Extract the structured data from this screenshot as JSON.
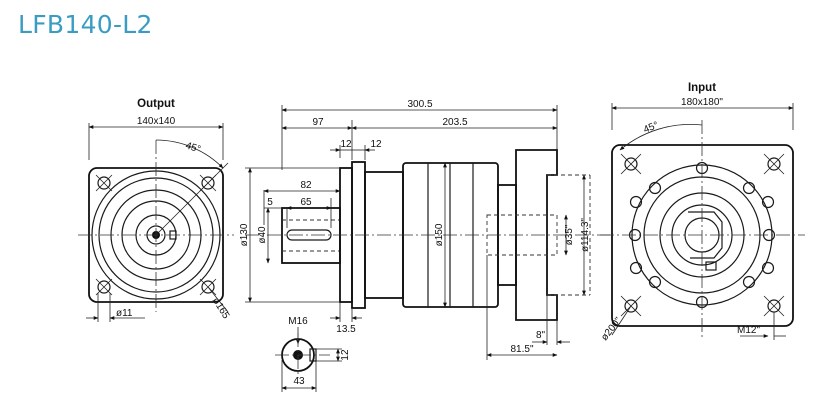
{
  "title": "LFB140-L2",
  "output_view": {
    "header": "Output",
    "flange_size": "140x140",
    "angle": "45°",
    "hole_dia": "ø11",
    "pcd": "ø165"
  },
  "side_view": {
    "total_length": "300.5",
    "output_length": "97",
    "body_length": "203.5",
    "flange_thk_1": "12",
    "flange_thk_2": "12",
    "shaft_length": "82",
    "key_length": "65",
    "key_offset": "5",
    "pilot_dia": "ø130",
    "shaft_dia": "ø40",
    "body_dia": "ø150",
    "input_bore": "ø35\"",
    "input_pilot": "ø114.3\"",
    "pilot_depth": "13.5",
    "input_depth": "8\"",
    "input_length": "81.5\""
  },
  "shaft_detail": {
    "thread": "M16",
    "key_height": "12",
    "shaft_height": "43"
  },
  "input_view": {
    "header": "Input",
    "flange_size": "180x180\"",
    "angle": "45°",
    "pcd": "ø200\"",
    "thread": "M12\""
  }
}
